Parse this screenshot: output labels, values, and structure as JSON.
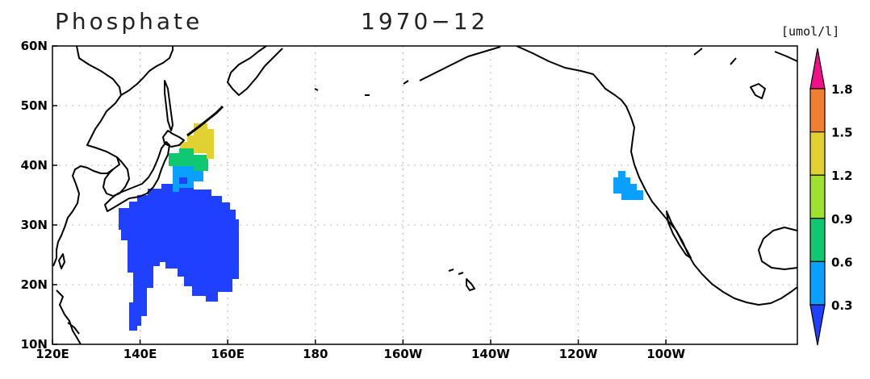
{
  "title": {
    "variable": "Phosphate",
    "date": "1970−12"
  },
  "unit": "[umol/l]",
  "map": {
    "lon_range": [
      120,
      290
    ],
    "lat_range": [
      10,
      60
    ],
    "lon_ticks": [
      {
        "value": 120,
        "label": "120E"
      },
      {
        "value": 140,
        "label": "140E"
      },
      {
        "value": 160,
        "label": "160E"
      },
      {
        "value": 180,
        "label": "180"
      },
      {
        "value": 200,
        "label": "160W"
      },
      {
        "value": 220,
        "label": "140W"
      },
      {
        "value": 240,
        "label": "120W"
      },
      {
        "value": 260,
        "label": "100W"
      }
    ],
    "lat_ticks": [
      {
        "value": 10,
        "label": "10N"
      },
      {
        "value": 20,
        "label": "20N"
      },
      {
        "value": 30,
        "label": "30N"
      },
      {
        "value": 40,
        "label": "40N"
      },
      {
        "value": 50,
        "label": "50N"
      },
      {
        "value": 60,
        "label": "60N"
      }
    ],
    "grid": "dotted"
  },
  "colorbar": {
    "levels": [
      "0.3",
      "0.6",
      "0.9",
      "1.2",
      "1.5",
      "1.8"
    ],
    "colors": [
      "#2040ff",
      "#0aa0ff",
      "#10c870",
      "#a0e030",
      "#e0d030",
      "#f08030",
      "#f0108a"
    ],
    "extend": "both"
  },
  "colors": {
    "coast": "#000000",
    "grid": "#b4b4b4"
  }
}
